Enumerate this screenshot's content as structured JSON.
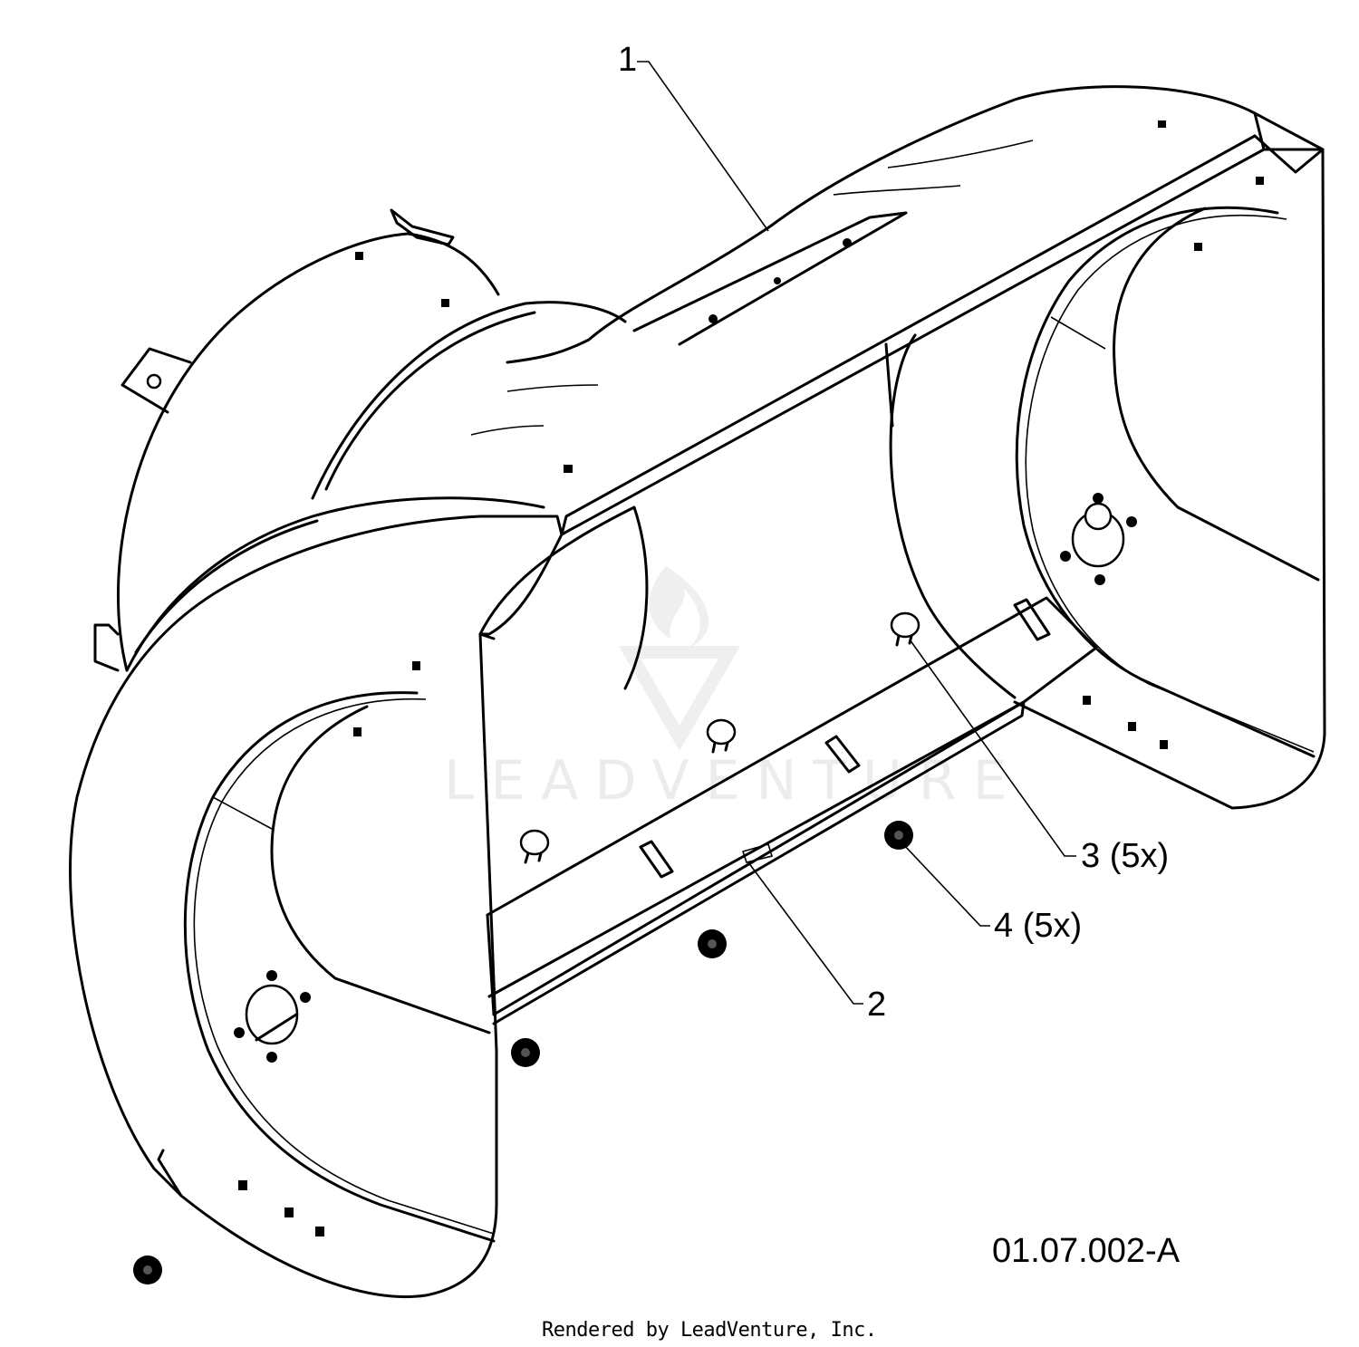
{
  "diagram": {
    "drawing_number": "01.07.002-A",
    "watermark_text": "LEADVENTURE",
    "footer": "Rendered by LeadVenture, Inc.",
    "callouts": [
      {
        "label": "1"
      },
      {
        "label": "2"
      },
      {
        "label": "3 (5x)"
      },
      {
        "label": "4 (5x)"
      }
    ]
  },
  "colors": {
    "ink": "#000000",
    "paper": "#ffffff",
    "watermark": "#ececec"
  }
}
